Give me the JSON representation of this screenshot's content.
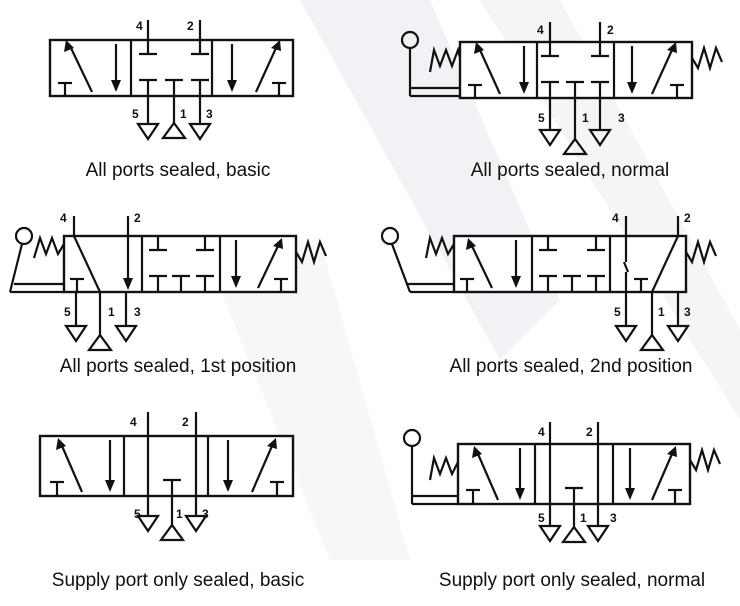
{
  "colors": {
    "line": "#111111",
    "background": "#ffffff",
    "watermark": "#eef0f3"
  },
  "diagrams": [
    {
      "caption": "All ports sealed, basic",
      "ports": {
        "p4": "4",
        "p2": "2",
        "p5": "5",
        "p1": "1",
        "p3": "3"
      }
    },
    {
      "caption": "All ports sealed, normal",
      "ports": {
        "p4": "4",
        "p2": "2",
        "p5": "5",
        "p1": "1",
        "p3": "3"
      }
    },
    {
      "caption": "All ports sealed, 1st position",
      "ports": {
        "p4": "4",
        "p2": "2",
        "p5": "5",
        "p1": "1",
        "p3": "3"
      }
    },
    {
      "caption": "All ports sealed, 2nd position",
      "ports": {
        "p4": "4",
        "p2": "2",
        "p5": "5",
        "p1": "1",
        "p3": "3"
      }
    },
    {
      "caption": "Supply port only sealed, basic",
      "ports": {
        "p4": "4",
        "p2": "2",
        "p5": "5",
        "p1": "1",
        "p3": "3"
      }
    },
    {
      "caption": "Supply port only sealed, normal",
      "ports": {
        "p4": "4",
        "p2": "2",
        "p5": "5",
        "p1": "1",
        "p3": "3"
      }
    }
  ]
}
